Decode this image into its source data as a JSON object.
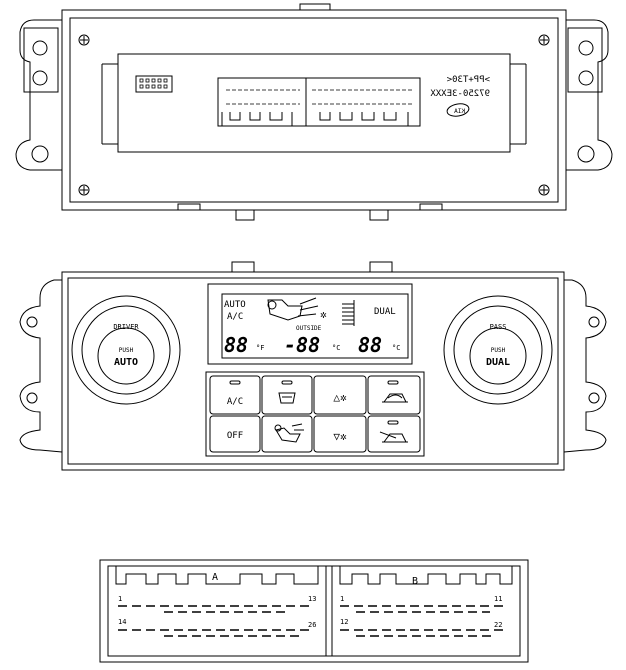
{
  "rear_view": {
    "part_number": "97250-3EXXX",
    "material": ">PP+T30<",
    "logo": "KIA"
  },
  "front_view": {
    "driver_knob": {
      "ring": "DRIVER",
      "push": "PUSH",
      "label": "AUTO"
    },
    "pass_knob": {
      "ring": "PASS",
      "push": "PUSH",
      "label": "DUAL"
    },
    "lcd": {
      "auto": "AUTO",
      "ac": "A/C",
      "dual": "DUAL",
      "outside": "OUTSIDE",
      "left_temp": "88",
      "center_temp": "-88",
      "right_temp": "88",
      "unit_left": "°F",
      "unit_center": "°C",
      "unit_right": "°C"
    },
    "buttons": {
      "ac": "A/C",
      "off": "OFF",
      "fan_up": "△✲",
      "fan_down": "▽✲"
    }
  },
  "connector": {
    "left_label": "A",
    "right_label": "B",
    "a_pins": {
      "top_first": "1",
      "top_last": "13",
      "bottom_first": "14",
      "bottom_last": "26"
    },
    "b_pins": {
      "top_first": "1",
      "top_last": "11",
      "bottom_first": "12",
      "bottom_last": "22"
    }
  }
}
